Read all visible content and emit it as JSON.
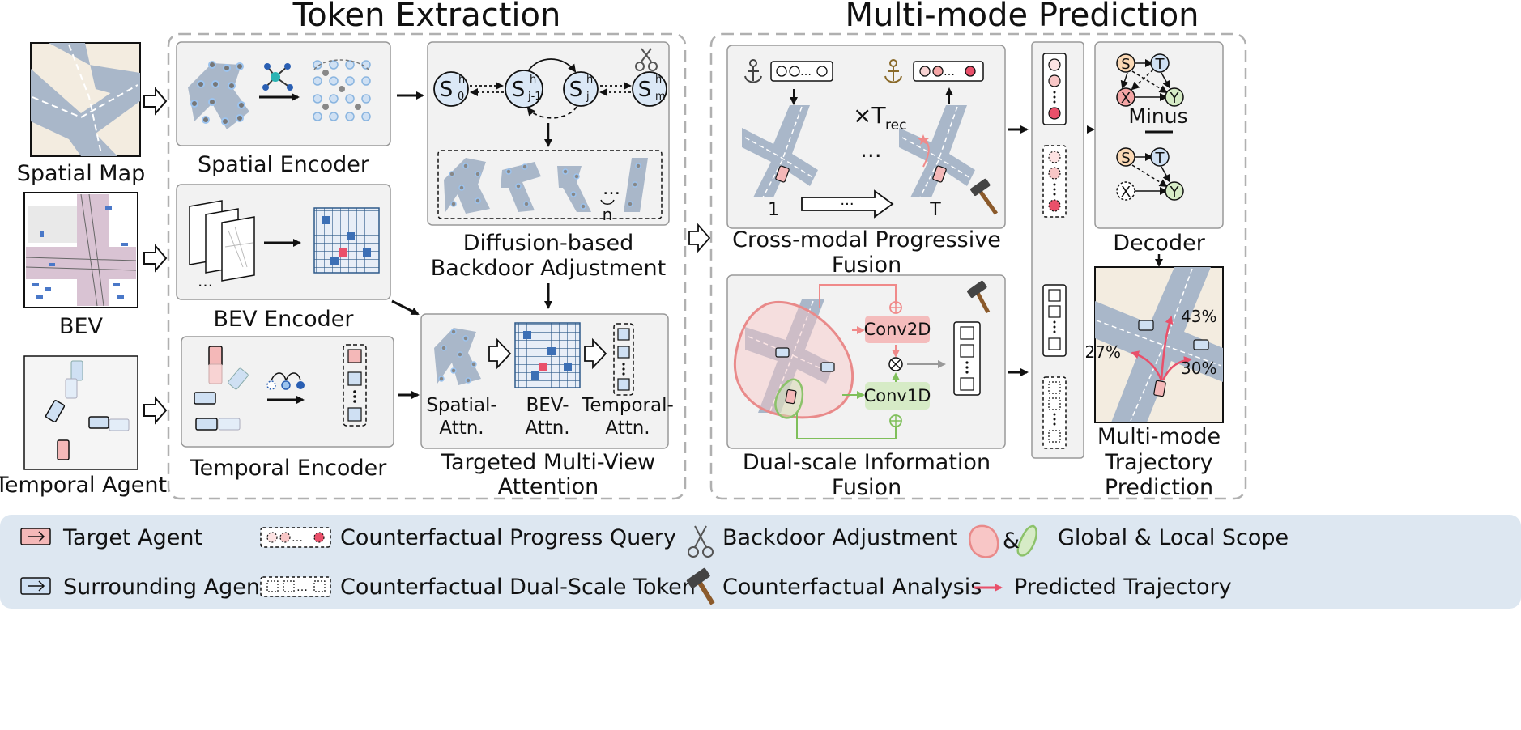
{
  "sections": {
    "token_extraction": "Token Extraction",
    "multi_mode": "Multi-mode Prediction"
  },
  "inputs": {
    "spatial_map": "Spatial Map",
    "bev": "BEV",
    "temporal_agent": "Temporal Agent"
  },
  "encoders": {
    "spatial": "Spatial Encoder",
    "bev": "BEV Encoder",
    "temporal": "Temporal Encoder"
  },
  "diffusion": {
    "line1": "Diffusion-based",
    "line2": "Backdoor Adjustment",
    "n_label": "n",
    "states": [
      "S",
      "S",
      "S",
      "S"
    ],
    "state_sub": [
      "0",
      "j-1",
      "j",
      "m"
    ],
    "state_sup": "h"
  },
  "attention": {
    "spatial1": "Spatial-",
    "spatial2": "Attn.",
    "bev1": "BEV-",
    "bev2": "Attn.",
    "temporal1": "Temporal-",
    "temporal2": "Attn.",
    "title1": "Targeted Multi-View",
    "title2": "Attention"
  },
  "cross_modal": {
    "line1": "Cross-modal Progressive",
    "line2": "Fusion",
    "times": "×T",
    "times_sub": "rec",
    "step_start": "1",
    "step_end": "T",
    "ellipsis": "···"
  },
  "dual_scale": {
    "line1": "Dual-scale Information",
    "line2": "Fusion",
    "conv2d": "Conv2D",
    "conv1d": "Conv1D"
  },
  "decoder": {
    "title": "Decoder",
    "minus": "Minus",
    "nodes_top": [
      "S",
      "T",
      "X",
      "Y"
    ],
    "nodes_bottom": [
      "S",
      "T",
      "X",
      "Y"
    ]
  },
  "prediction": {
    "line1": "Multi-mode",
    "line2": "Trajectory",
    "line3": "Prediction",
    "p1": "43%",
    "p2": "27%",
    "p3": "30%"
  },
  "legend": {
    "target_agent": "Target Agent",
    "surrounding_agent": "Surrounding Agent",
    "progress_query": "Counterfactual Progress Query",
    "dual_scale_token": "Counterfactual Dual-Scale Token",
    "backdoor": "Backdoor Adjustment",
    "analysis": "Counterfactual Analysis",
    "amp": "&",
    "scope": "Global & Local Scope",
    "trajectory": "Predicted Trajectory"
  },
  "colors": {
    "road": "#a9b7c9",
    "panel_bg": "#f2f2f2",
    "legend_bg": "#dde7f1",
    "target": "#f4b8b8",
    "surrounding": "#cfe0f3",
    "accent_red": "#e9506a",
    "green": "#8cc26a",
    "node_blue": "#dbe8f6"
  }
}
